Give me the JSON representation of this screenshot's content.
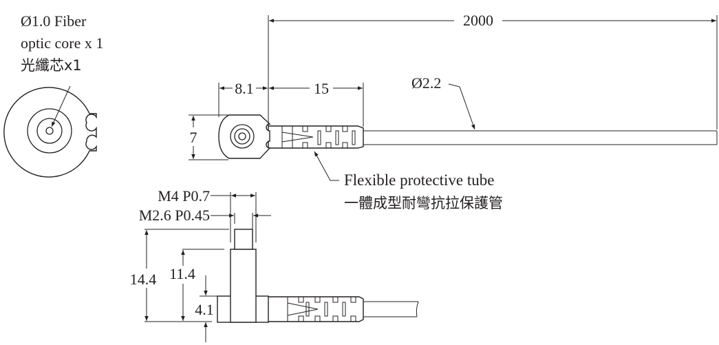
{
  "labels": {
    "fiber_core_en_1": "Ø1.0 Fiber",
    "fiber_core_en_2": "optic core x 1",
    "fiber_core_zh": "光纖芯x1",
    "tube_en": "Flexible protective tube",
    "tube_zh": "一體成型耐彎抗拉保護管",
    "cable_dia": "Ø2.2",
    "thread_m4": "M4 P0.7",
    "thread_m26": "M2.6 P0.45"
  },
  "dimensions": {
    "length": "2000",
    "head_width": "8.1",
    "tube_length": "15",
    "head_height": "7",
    "total_height": "14.4",
    "body_height": "11.4",
    "base_height": "4.1"
  },
  "colors": {
    "line": "#231f20",
    "background": "#ffffff"
  }
}
